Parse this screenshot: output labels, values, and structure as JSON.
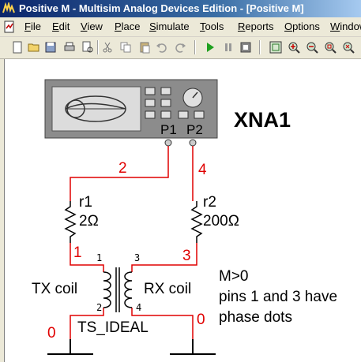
{
  "window": {
    "title": "Positive M - Multisim Analog Devices Edition - [Positive M]"
  },
  "menu": [
    {
      "label": "File",
      "key": "F",
      "rest": "ile"
    },
    {
      "label": "Edit",
      "key": "E",
      "rest": "dit"
    },
    {
      "label": "View",
      "key": "V",
      "rest": "iew"
    },
    {
      "label": "Place",
      "key": "P",
      "rest": "lace"
    },
    {
      "label": "Simulate",
      "key": "S",
      "rest": "imulate"
    },
    {
      "label": "Tools",
      "key": "T",
      "rest": "ools"
    },
    {
      "label": "Reports",
      "key": "R",
      "rest": "eports"
    },
    {
      "label": "Options",
      "key": "O",
      "rest": "ptions"
    },
    {
      "label": "Window",
      "key": "W",
      "rest": "indow"
    }
  ],
  "toolbar": {
    "icons": [
      "new-icon",
      "open-icon",
      "save-icon",
      "print-icon",
      "print-preview-icon",
      "cut-icon",
      "copy-icon",
      "paste-icon",
      "undo-icon",
      "redo-icon",
      "run-icon",
      "pause-icon",
      "stop-icon",
      "fit-icon",
      "zoom-in-icon",
      "zoom-out-icon",
      "zoom-area-icon",
      "zoom-full-icon"
    ]
  },
  "schematic": {
    "instrument": {
      "ref": "XNA1",
      "port1": "P1",
      "port2": "P2"
    },
    "nets": {
      "n2": "2",
      "n4": "4",
      "n1": "1",
      "n3": "3",
      "gnd_left": "0",
      "gnd_right": "0"
    },
    "r1": {
      "ref": "r1",
      "value": "2Ω"
    },
    "r2": {
      "ref": "r2",
      "value": "200Ω"
    },
    "transformer": {
      "pin1": "1",
      "pin2": "2",
      "pin3": "3",
      "pin4": "4",
      "left_label": "TX coil",
      "right_label": "RX coil",
      "model": "TS_IDEAL"
    },
    "note": {
      "line1": "M>0",
      "line2": "pins 1 and 3 have",
      "line3": "phase dots"
    },
    "colors": {
      "wire_red": "#e00000",
      "net_label": "#e00000",
      "ink": "#000000",
      "instrument_body": "#8c8c8c"
    }
  }
}
